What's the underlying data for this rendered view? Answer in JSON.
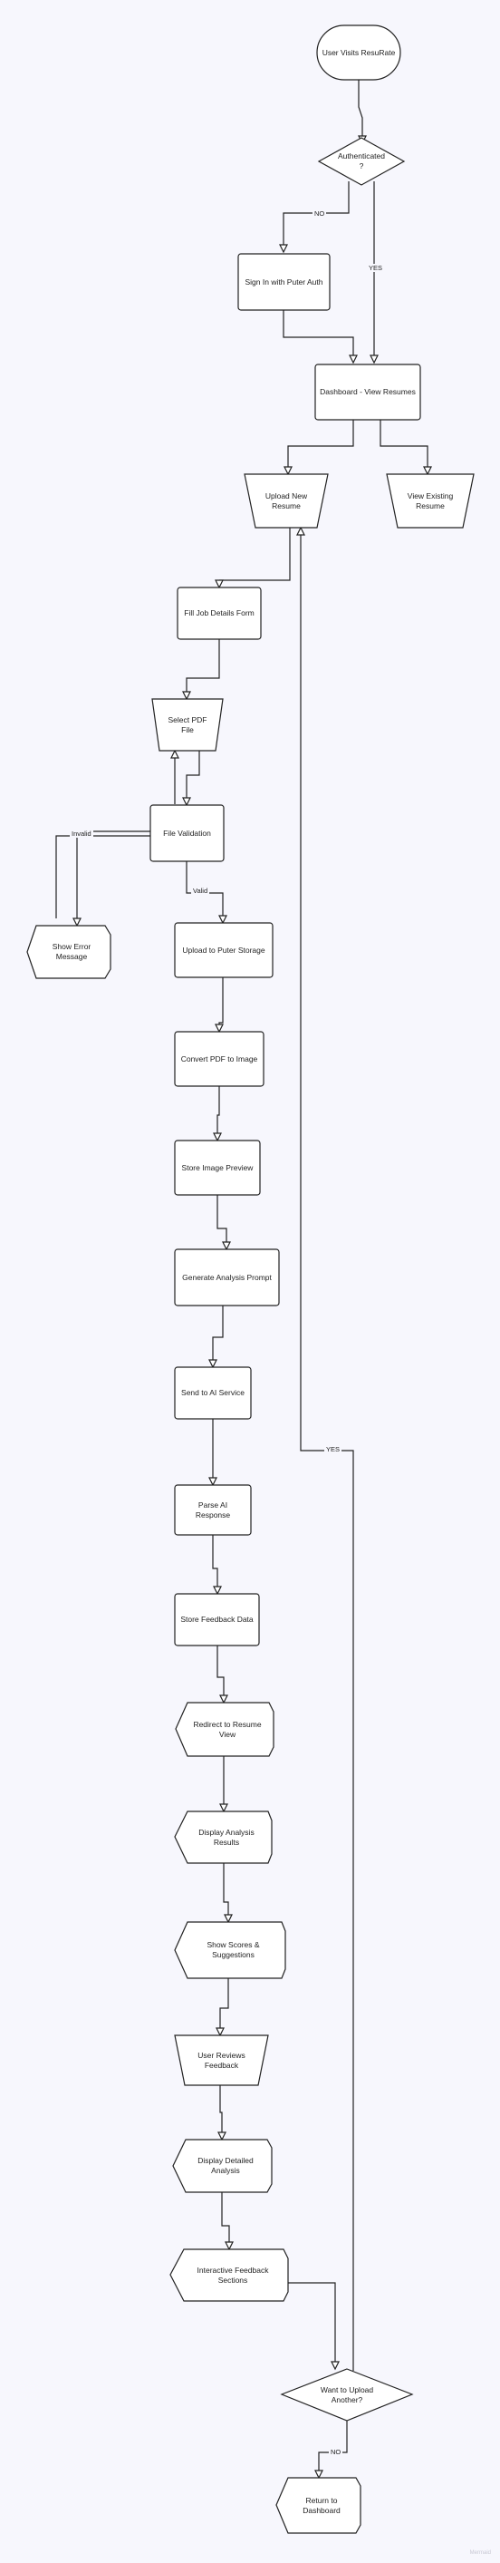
{
  "nodes": {
    "start": "User Visits ResuRate",
    "auth": "Authenticated\n?",
    "signin": "Sign In with Puter Auth",
    "dashboard": "Dashboard - View Resumes",
    "upload": "Upload New\nResume",
    "view_existing": "View Existing\nResume",
    "job_form": "Fill Job Details Form",
    "select_pdf": "Select PDF\nFile",
    "file_validation": "File Validation",
    "show_error": "Show Error\nMessage",
    "upload_storage": "Upload to Puter Storage",
    "convert": "Convert PDF to Image",
    "store_preview": "Store Image Preview",
    "gen_prompt": "Generate Analysis Prompt",
    "send_ai": "Send to AI Service",
    "parse_ai": "Parse AI\nResponse",
    "store_feedback": "Store Feedback Data",
    "redirect": "Redirect to Resume\nView",
    "display_results": "Display Analysis\nResults",
    "show_scores": "Show Scores &\nSuggestions",
    "user_reviews": "User Reviews\nFeedback",
    "display_detailed": "Display Detailed\nAnalysis",
    "interactive": "Interactive Feedback\nSections",
    "want_another": "Want to Upload\nAnother?",
    "return_dash": "Return to\nDashboard"
  },
  "edge_labels": {
    "auth_no": "NO",
    "auth_yes": "YES",
    "invalid": "Invalid",
    "valid": "Valid",
    "another_yes": "YES",
    "another_no": "NO"
  },
  "watermark": "Mermaid",
  "colors": {
    "background": "#f7f7fd",
    "node_fill": "#ffffff",
    "stroke": "#222222"
  }
}
